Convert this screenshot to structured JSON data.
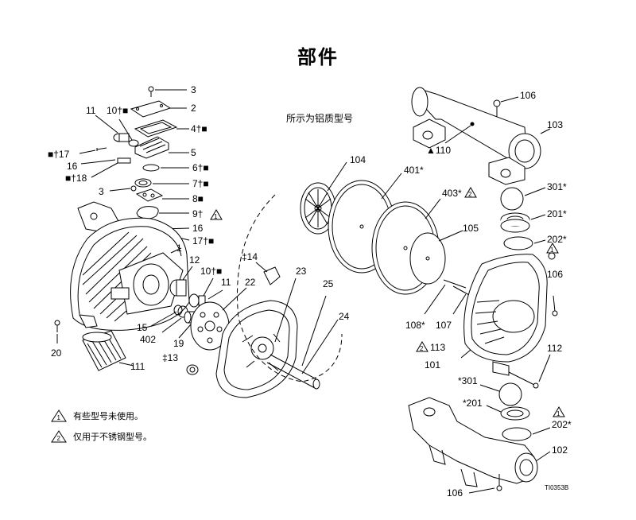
{
  "title": "部件",
  "subtitle": "所示为铝质型号",
  "drawing_code": "TI0353B",
  "notes": [
    {
      "num": "1",
      "text": "有些型号未使用。"
    },
    {
      "num": "2",
      "text": "仅用于不锈钢型号。"
    }
  ],
  "labels": {
    "l3a": "3",
    "l2": "2",
    "l11a": "11",
    "l10a": "10†■",
    "l4": "4†■",
    "l5": "5",
    "l17a": "■†17",
    "l16a": "16",
    "l18": "■†18",
    "l6": "6†■",
    "l7": "7†■",
    "l3b": "3",
    "l8": "8■",
    "l9": "9†",
    "l16b": "16",
    "l17b": "17†■",
    "l1": "1",
    "l12": "12",
    "l10b": "10†■",
    "l11b": "11",
    "l15": "15",
    "l402": "402",
    "l19": "19",
    "l20": "20",
    "l111": "111",
    "l13": "‡13",
    "l14": "‡14",
    "l22": "22",
    "l23": "23",
    "l25": "25",
    "l24": "24",
    "l104": "104",
    "l401": "401*",
    "l403": "403*",
    "l105": "105",
    "l108": "108*",
    "l107": "107",
    "l113": "113",
    "l101": "101",
    "l106a": "106",
    "l103": "103",
    "l110": "▲110",
    "l301a": "301*",
    "l201a": "201*",
    "l202a": "202*",
    "l106b": "106",
    "l112": "112",
    "l301b": "*301",
    "l201b": "*201",
    "l202b": "202*",
    "l102": "102",
    "l106c": "106",
    "w1": "1",
    "w2": "2",
    "w3": "1",
    "w4": "2",
    "w5": "1"
  }
}
